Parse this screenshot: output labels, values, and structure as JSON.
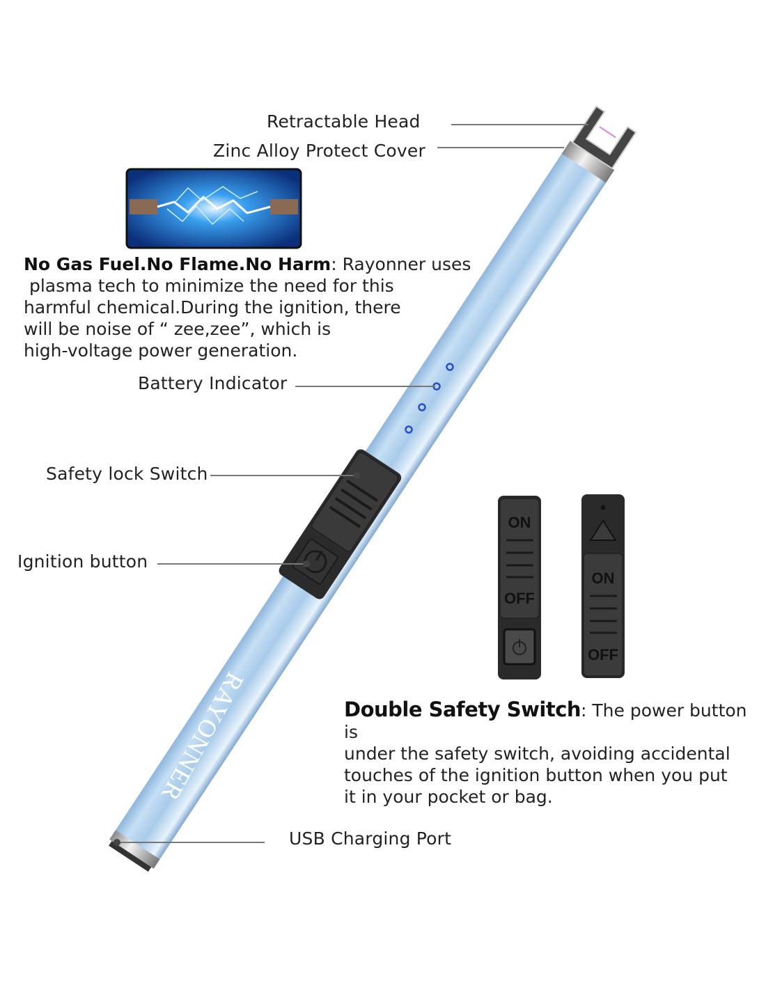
{
  "labels": {
    "retractable_head": "Retractable Head",
    "zinc_cover": "Zinc Alloy Protect Cover",
    "battery_indicator": "Battery Indicator",
    "safety_lock": "Safety lock Switch",
    "ignition_button": "Ignition button",
    "usb_port": "USB Charging Port"
  },
  "feature_plasma": {
    "title": "No Gas Fuel.No Flame.No Harm",
    "lines": [
      ": Rayonner uses",
      " plasma tech to minimize the need for this",
      "harmful chemical.During the ignition, there",
      "will be noise of “ zee,zee”, which is",
      "high-voltage power generation."
    ]
  },
  "feature_safety": {
    "title": "Double Safety Switch",
    "lines": [
      ": The power button is",
      "under the safety switch, avoiding accidental",
      "touches of the ignition button when you put",
      "it in your pocket or bag."
    ]
  },
  "product": {
    "brand": "RAYONNER",
    "body_color": "#a9cbea",
    "switch_on": "ON",
    "switch_off": "OFF"
  }
}
